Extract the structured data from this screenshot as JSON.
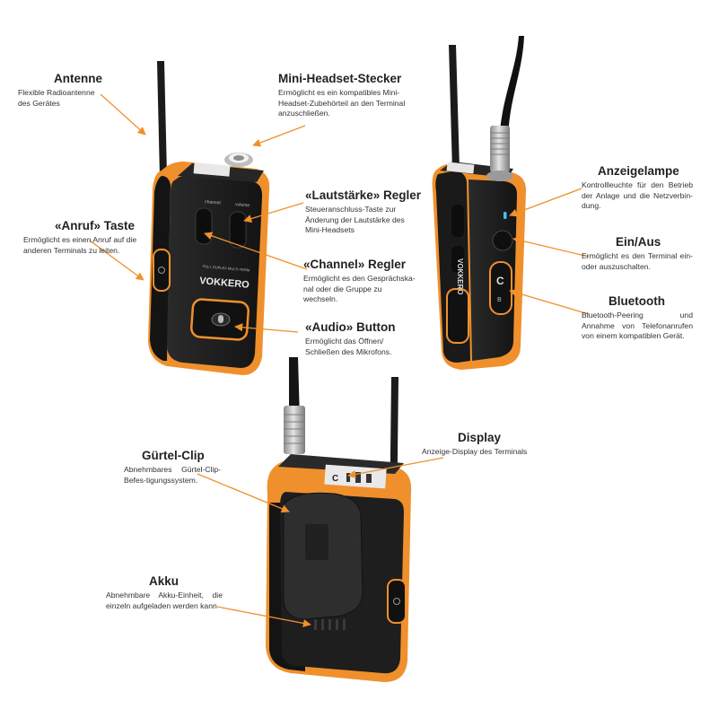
{
  "colors": {
    "accent": "#f0902c",
    "body": "#1d1d1d",
    "arrow": "#f0902c"
  },
  "labels": {
    "antenne": {
      "title": "Antenne",
      "desc": "Flexible Radioantenne des Gerätes"
    },
    "mini_headset": {
      "title": "Mini-Headset-Stecker",
      "desc": "Ermöglicht es ein kompatibles Mini-Headset-Zubehörteil an den Terminal anzuschließen."
    },
    "lautstaerke": {
      "title": "«Lautstärke» Regler",
      "desc": "Steueranschluss-Taste zur Änderung der Lautstärke des Mini-Headsets"
    },
    "anruf": {
      "title": "«Anruf» Taste",
      "desc": "Ermöglicht es einen Anruf auf die anderen Terminals zu leiten."
    },
    "channel": {
      "title": "«Channel» Regler",
      "desc": "Ermöglicht es den Gesprächska-nal oder die Gruppe zu wechseln."
    },
    "audio": {
      "title": "«Audio» Button",
      "desc": "Ermöglicht das Öffnen/ Schließen des Mikrofons."
    },
    "anzeigelampe": {
      "title": "Anzeigelampe",
      "desc": "Kontrollleuchte für den Betrieb der Anlage und die Netzverbin-dung."
    },
    "einaus": {
      "title": "Ein/Aus",
      "desc": "Ermöglicht es den Terminal ein-oder auszuschalten."
    },
    "bluetooth": {
      "title": "Bluetooth",
      "desc": "Bluetooth-Peering und Annahme von Telefonanrufen von einem kompatiblen Gerät."
    },
    "display": {
      "title": "Display",
      "desc": "Anzeige-Display des Terminals"
    },
    "guertel": {
      "title": "Gürtel-Clip",
      "desc": "Abnehmbares Gürtel-Clip-Befes-tigungssystem."
    },
    "akku": {
      "title": "Akku",
      "desc": "Abnehmbare Akku-Einheit, die einzeln aufgeladen werden kann"
    }
  },
  "device": {
    "brand": "VOKKERO",
    "tagline": "FULL DUPLEX MULTI-TERM",
    "knob_left": "channel",
    "knob_right": "volume"
  }
}
